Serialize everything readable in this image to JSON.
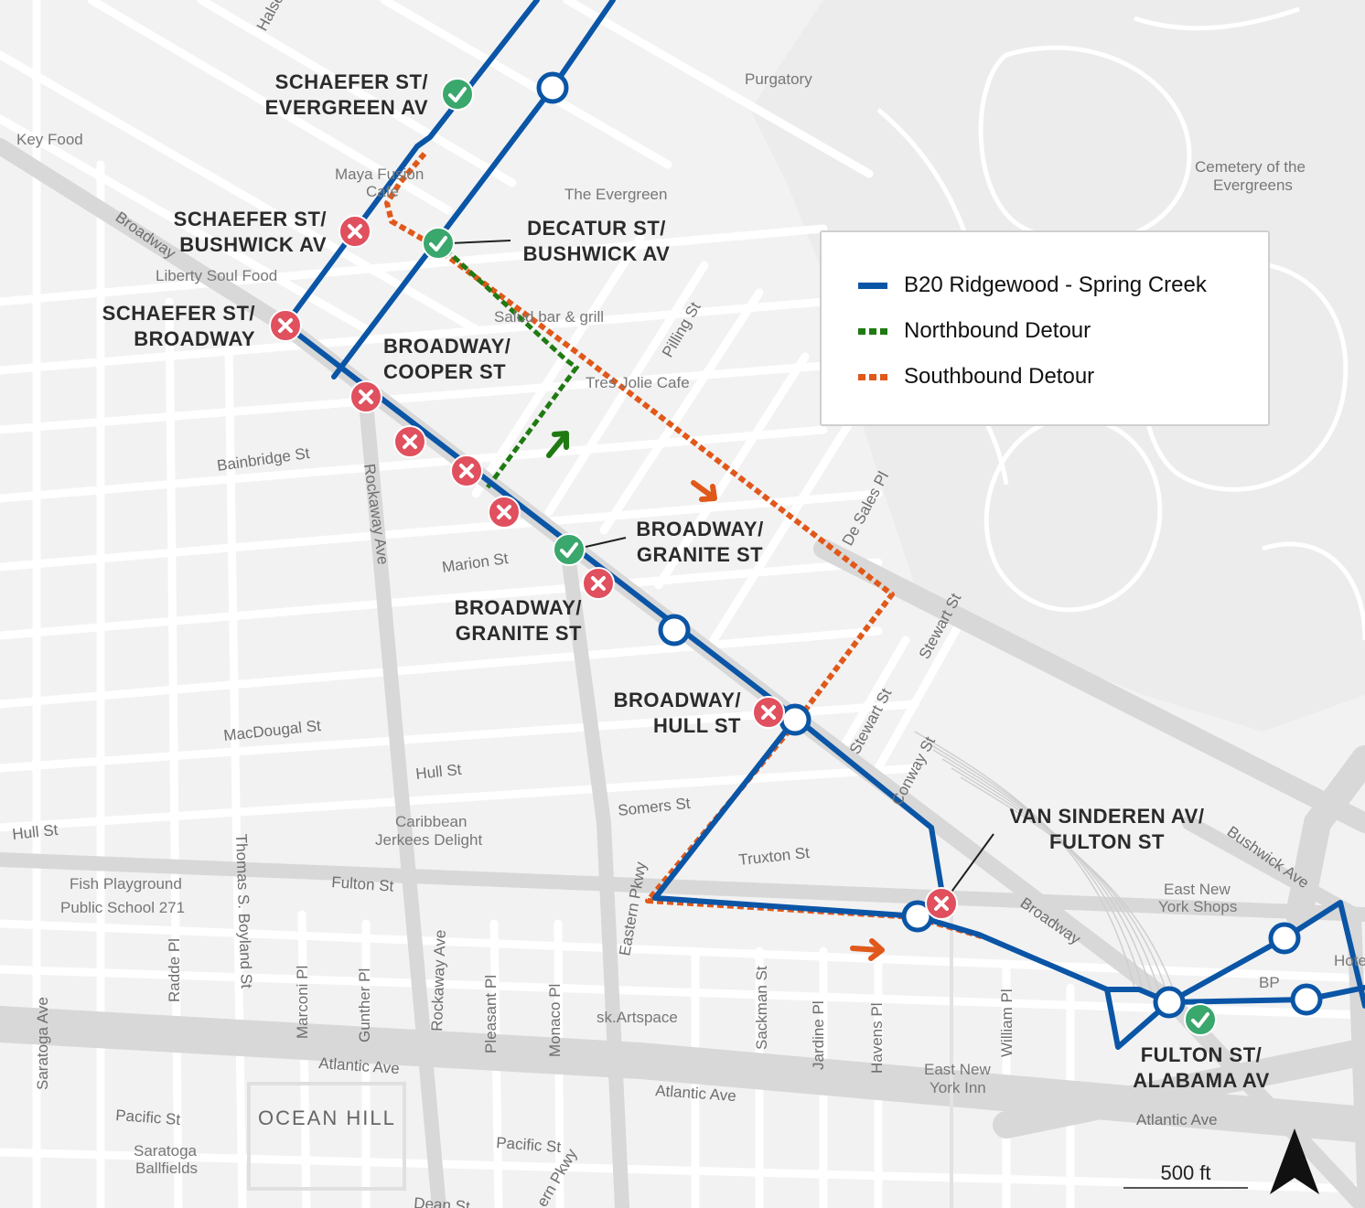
{
  "legend": {
    "items": [
      {
        "label": "B20 Ridgewood - Spring Creek",
        "color": "#0a55a6",
        "style": "solid"
      },
      {
        "label": "Northbound Detour",
        "color": "#1f7a12",
        "style": "dashed"
      },
      {
        "label": "Southbound Detour",
        "color": "#e0581a",
        "style": "dashed"
      }
    ]
  },
  "scale": {
    "label": "500 ft"
  },
  "colors": {
    "route": "#0a55a6",
    "northbound": "#1f7a12",
    "southbound": "#e0581a",
    "stop_closed": "#e0505e",
    "stop_open": "#3aa76d"
  },
  "stops": {
    "schaefer_evergreen": "SCHAEFER ST/\nEVERGREEN AV",
    "schaefer_bushwick": "SCHAEFER ST/\nBUSHWICK AV",
    "decatur_bushwick": "DECATUR ST/\nBUSHWICK AV",
    "schaefer_broadway": "SCHAEFER ST/\nBROADWAY",
    "broadway_cooper": "BROADWAY/\nCOOPER ST",
    "broadway_granite_1": "BROADWAY/\nGRANITE ST",
    "broadway_granite_2": "BROADWAY/\nGRANITE ST",
    "broadway_hull": "BROADWAY/\nHULL ST",
    "van_sinderen_fulton": "VAN SINDEREN AV/\nFULTON ST",
    "fulton_alabama": "FULTON ST/\nALABAMA AV"
  },
  "streets": [
    {
      "name": "Halsey St"
    },
    {
      "name": "Broadway"
    },
    {
      "name": "Bainbridge St"
    },
    {
      "name": "Marion St"
    },
    {
      "name": "MacDougal St"
    },
    {
      "name": "Hull St"
    },
    {
      "name": "Hull St"
    },
    {
      "name": "Somers St"
    },
    {
      "name": "Truxton St"
    },
    {
      "name": "Fulton St"
    },
    {
      "name": "Atlantic Ave"
    },
    {
      "name": "Atlantic Ave"
    },
    {
      "name": "Atlantic Ave"
    },
    {
      "name": "Pacific St"
    },
    {
      "name": "Pacific St"
    },
    {
      "name": "Rockaway Ave"
    },
    {
      "name": "Rockaway Ave"
    },
    {
      "name": "Thomas S. Boyland St"
    },
    {
      "name": "Saratoga Ave"
    },
    {
      "name": "Radde Pl"
    },
    {
      "name": "Marconi Pl"
    },
    {
      "name": "Gunther Pl"
    },
    {
      "name": "Pleasant Pl"
    },
    {
      "name": "Monaco Pl"
    },
    {
      "name": "Eastern Pkwy"
    },
    {
      "name": "Sackman St"
    },
    {
      "name": "Jardine Pl"
    },
    {
      "name": "Havens Pl"
    },
    {
      "name": "William Pl"
    },
    {
      "name": "Pilling St"
    },
    {
      "name": "De Sales Pl"
    },
    {
      "name": "Stewart St"
    },
    {
      "name": "Stewart St"
    },
    {
      "name": "Conway St"
    },
    {
      "name": "Broadway"
    },
    {
      "name": "Bushwick Ave"
    },
    {
      "name": "Dean St"
    },
    {
      "name": "ern Pkwy"
    }
  ],
  "pois": [
    {
      "name": "Key Food"
    },
    {
      "name": "Purgatory"
    },
    {
      "name": "Maya Fusion"
    },
    {
      "name": "Cafe"
    },
    {
      "name": "The Evergreen"
    },
    {
      "name": "Cemetery of the"
    },
    {
      "name": "Evergreens"
    },
    {
      "name": "Liberty Soul Food"
    },
    {
      "name": "Salud bar & grill"
    },
    {
      "name": "Tres Jolie Cafe"
    },
    {
      "name": "Caribbean"
    },
    {
      "name": "Jerkees Delight"
    },
    {
      "name": "Fish Playground"
    },
    {
      "name": "Public School 271"
    },
    {
      "name": "sk.Artspace"
    },
    {
      "name": "East New"
    },
    {
      "name": "York Inn"
    },
    {
      "name": "East New"
    },
    {
      "name": "York Shops"
    },
    {
      "name": "BP"
    },
    {
      "name": "Saratoga"
    },
    {
      "name": "Ballfields"
    },
    {
      "name": "Hote"
    }
  ],
  "areas": [
    {
      "name": "OCEAN HILL"
    }
  ]
}
